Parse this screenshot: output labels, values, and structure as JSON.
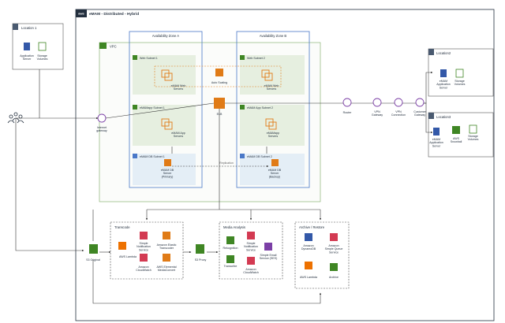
{
  "title": "eMAM - Distributed - Hybrid",
  "brand": "aws",
  "location1": {
    "title": "Location 1",
    "app_server": "Application\nServer",
    "storage": "Storage\nVolumes"
  },
  "location2": {
    "title": "Location2",
    "app_server": "eMAM\nApplication\nServer",
    "storage": "Storage\nVolumes"
  },
  "location3": {
    "title": "Location3",
    "app_server": "eMAM\nApplication\nServer",
    "snowball": "AWS\nSnowball",
    "storage": "Storage\nVolumes"
  },
  "vpc": {
    "label": "VPC"
  },
  "az_a": {
    "title": "Availability Zone A"
  },
  "az_b": {
    "title": "Availability Zone B"
  },
  "subnets": {
    "web1": "Web Subnet 1",
    "web2": "Web Subnet 2",
    "app1": "eMAMapp Subnet 1",
    "app2": "eMAM App Subnet 2",
    "db1": "eMAM DB Subnet 1",
    "db2": "eMAM DB Subnet 2"
  },
  "servers": {
    "web_a": "eMAM Web\nServers",
    "web_b": "eMAM Web\nServers",
    "app_a": "eMAM App\nServers",
    "app_b": "eMAMapp\nServers",
    "db_a": "eMAM DB\nServer\n(Primary)",
    "db_b": "eMAM DB\nServer\n(Backup)"
  },
  "auto_scaling": "Auto Scaling",
  "elb": "ELB",
  "replication": "Replication",
  "internet_gateway": "Internet\ngateway",
  "vpn": {
    "router": "Router",
    "vpn_gateway": "VPN\nGateway",
    "vpn_connection": "VPN\nConnection",
    "customer_gateway": "Customer\nGateway"
  },
  "transcode": {
    "title": "Transcode",
    "lambda": "AWS Lambda",
    "sns": "Simple\nNotification\nService",
    "elastic_transcoder": "Amazon Elastic\nTranscoder",
    "cloudwatch": "Amazon\nCloudWatch",
    "mediaconvert": "AWS Elemental\nMediaConvert"
  },
  "s3_original": "S3 Original",
  "s3_proxy": "S3 Proxy",
  "media_analysis": {
    "title": "Media Analysis",
    "rekognition": "Rekognition",
    "sns": "Simple\nNotification\nService",
    "ses": "Simple Email\nService (SES)",
    "transcribe": "Transcribe",
    "cloudwatch": "Amazon\nCloudWatch"
  },
  "archive": {
    "title": "Archive / Restore",
    "dynamodb": "Amazon\nDynamoDB",
    "sqs": "Amazon\nSimple Queue\nService",
    "lambda": "AWS Lambda",
    "archive": "Archive"
  },
  "colors": {
    "az_border": "#4a78c8",
    "vpc_border": "#3f8624",
    "subnet_green": "#e6efe0",
    "subnet_blue": "#e4eef6",
    "orange": "#e07b17",
    "lambda": "#ed7100",
    "red": "#d33a52",
    "green": "#3f8624",
    "purple": "#7b3fa6"
  }
}
